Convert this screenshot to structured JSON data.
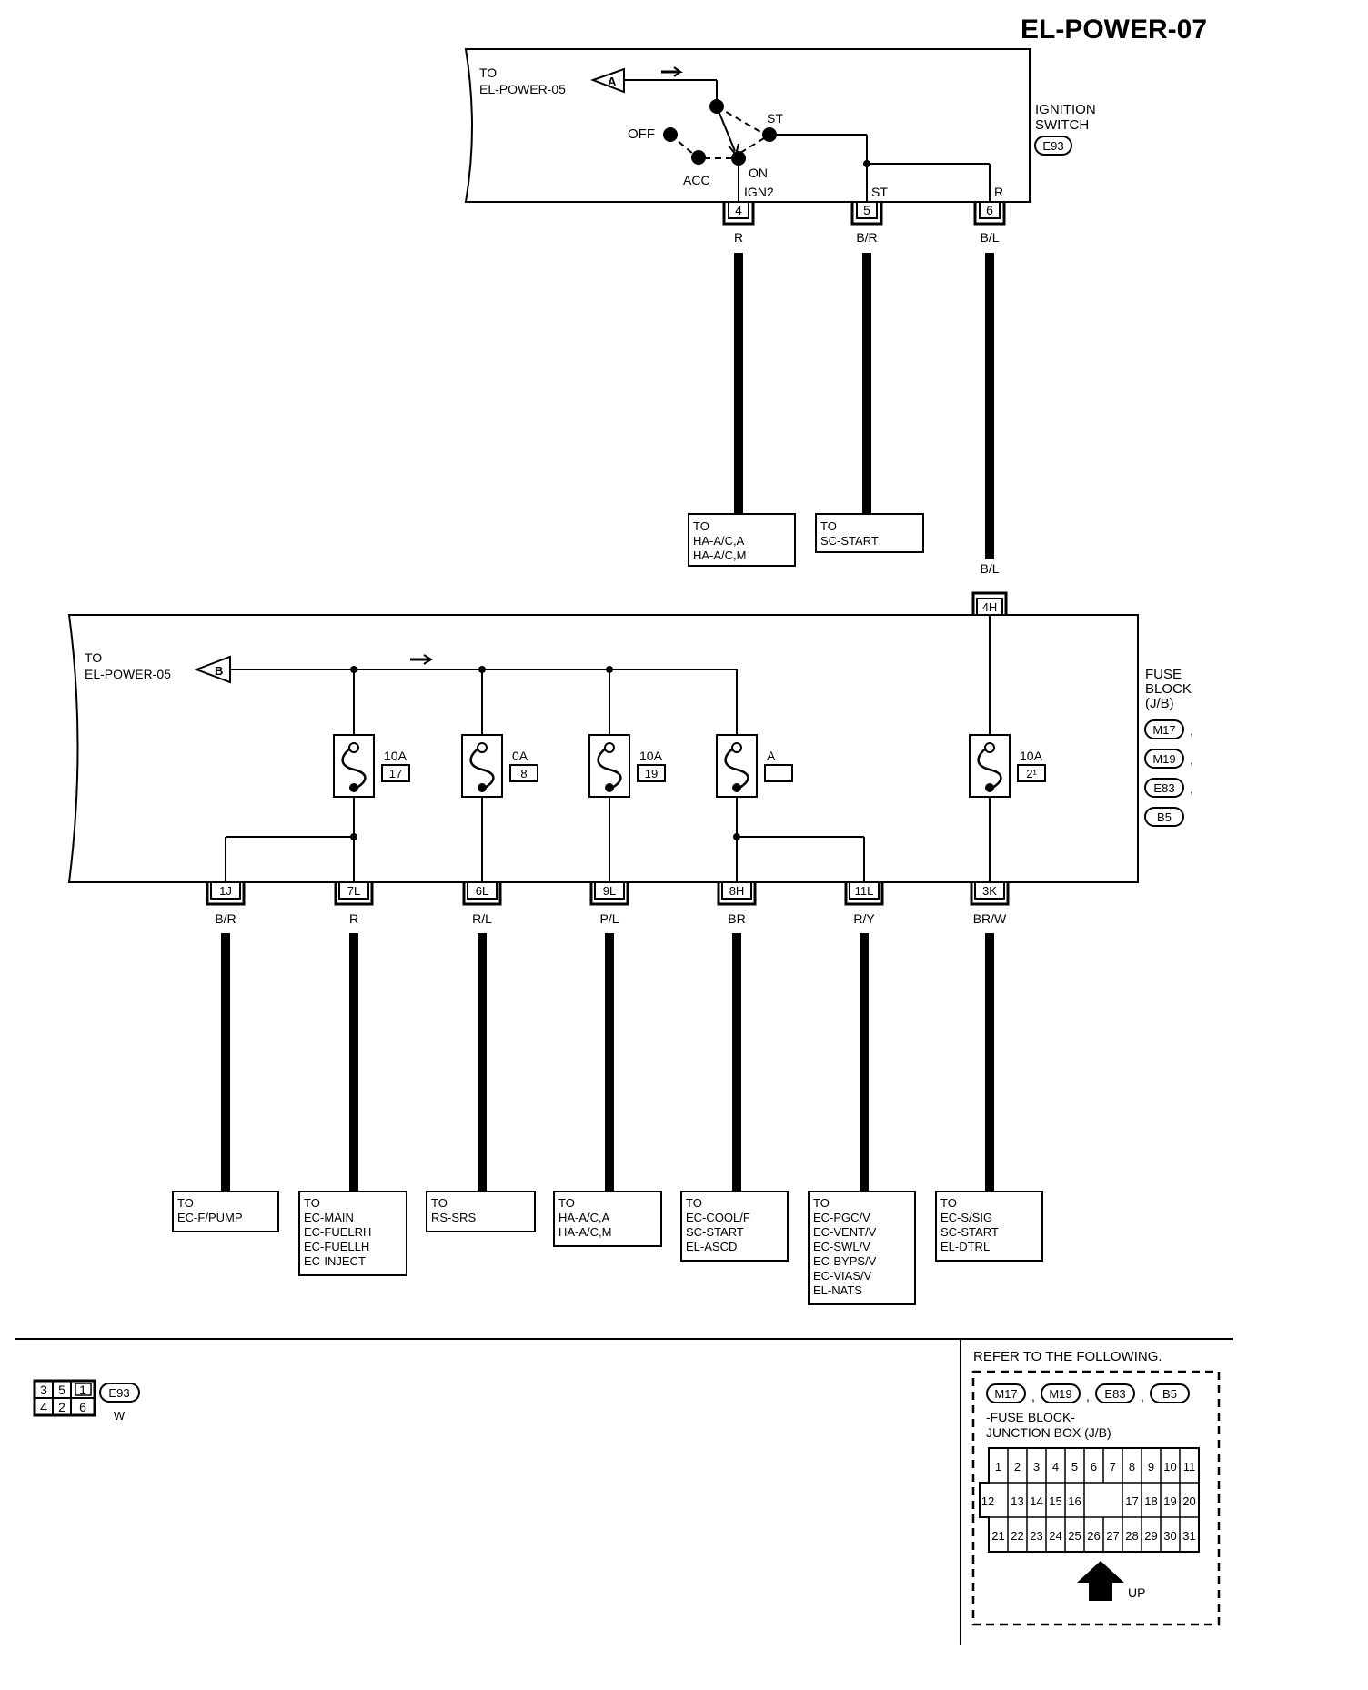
{
  "page_title": "EL-POWER-07",
  "ignition_switch": {
    "name_lines": [
      "IGNITION",
      "SWITCH"
    ],
    "connector": "E93",
    "ref_to": [
      "TO",
      "EL-POWER-05"
    ],
    "ref_letter": "A",
    "positions": {
      "off": "OFF",
      "acc": "ACC",
      "on": "ON",
      "st": "ST"
    },
    "terminal_labels": {
      "ign2": "IGN2",
      "st": "ST",
      "r": "R"
    },
    "terminals": [
      {
        "pin": "4",
        "wire": "R",
        "dest": [
          "TO",
          "HA-A/C,A",
          "HA-A/C,M"
        ]
      },
      {
        "pin": "5",
        "wire": "B/R",
        "dest": [
          "TO",
          "SC-START"
        ]
      },
      {
        "pin": "6",
        "wire": "B/L"
      }
    ]
  },
  "fuse_block": {
    "name_lines": [
      "FUSE",
      "BLOCK",
      "(J/B)"
    ],
    "connectors": [
      "M17",
      "M19",
      "E83",
      "B5"
    ],
    "connector_separator": ",",
    "ref_to": [
      "TO",
      "EL-POWER-05"
    ],
    "ref_letter": "B",
    "input": {
      "wire": "B/L",
      "pin": "4H"
    },
    "fuses": [
      {
        "amp": "10A",
        "num": "17"
      },
      {
        "amp": "0A",
        "num": "8"
      },
      {
        "amp": "10A",
        "num": "19"
      },
      {
        "amp": "A",
        "num": ""
      },
      {
        "amp": "10A",
        "num": "2¹"
      }
    ],
    "outputs": [
      {
        "pin": "1J",
        "wire": "B/R",
        "dest": [
          "TO",
          "EC-F/PUMP"
        ]
      },
      {
        "pin": "7L",
        "wire": "R",
        "dest": [
          "TO",
          "EC-MAIN",
          "EC-FUELRH",
          "EC-FUELLH",
          "EC-INJECT"
        ]
      },
      {
        "pin": "6L",
        "wire": "R/L",
        "dest": [
          "TO",
          "RS-SRS"
        ]
      },
      {
        "pin": "9L",
        "wire": "P/L",
        "dest": [
          "TO",
          "HA-A/C,A",
          "HA-A/C,M"
        ]
      },
      {
        "pin": "8H",
        "wire": "BR",
        "dest": [
          "TO",
          "EC-COOL/F",
          "SC-START",
          "EL-ASCD"
        ]
      },
      {
        "pin": "11L",
        "wire": "R/Y",
        "dest": [
          "TO",
          "EC-PGC/V",
          "EC-VENT/V",
          "EC-SWL/V",
          "EC-BYPS/V",
          "EC-VIAS/V",
          "EL-NATS"
        ]
      },
      {
        "pin": "3K",
        "wire": "BR/W",
        "dest": [
          "TO",
          "EC-S/SIG",
          "SC-START",
          "EL-DTRL"
        ]
      }
    ]
  },
  "connector_view": {
    "connector": "E93",
    "color": "W",
    "top_row": [
      "3",
      "5",
      "1"
    ],
    "bottom_row": [
      "4",
      "2",
      "6"
    ]
  },
  "reference_box": {
    "heading": "REFER TO THE FOLLOWING.",
    "connectors": [
      "M17",
      "M19",
      "E83",
      "B5"
    ],
    "separator": ",",
    "title_lines": [
      "-FUSE BLOCK-",
      "JUNCTION BOX (J/B)"
    ],
    "row1": [
      "1",
      "2",
      "3",
      "4",
      "5",
      "6",
      "7",
      "8",
      "9",
      "10",
      "11"
    ],
    "row2_left": [
      "12",
      "13",
      "14",
      "15",
      "16"
    ],
    "row2_right": [
      "17",
      "18",
      "19",
      "20"
    ],
    "row3": [
      "21",
      "22",
      "23",
      "24",
      "25",
      "26",
      "27",
      "28",
      "29",
      "30",
      "31"
    ],
    "up_label": "UP"
  }
}
